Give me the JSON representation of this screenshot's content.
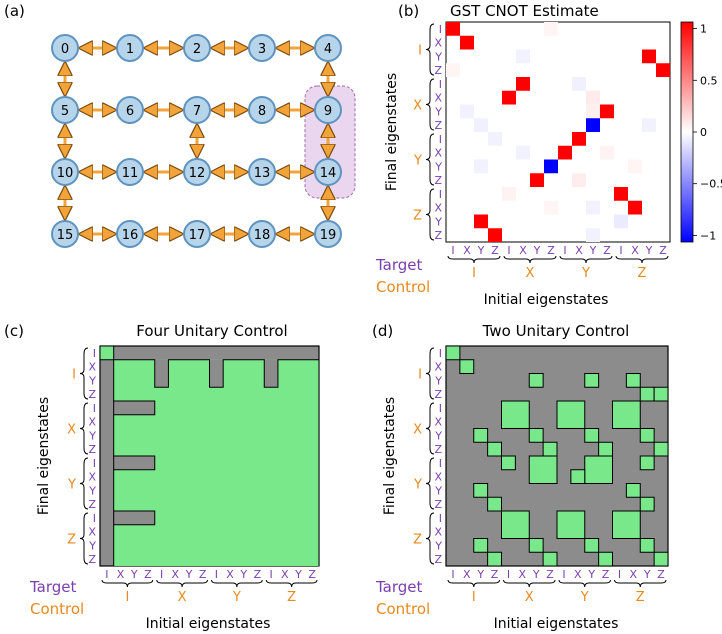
{
  "panels": {
    "a": {
      "label": "(a)",
      "nodes": [
        "0",
        "1",
        "2",
        "3",
        "4",
        "5",
        "6",
        "7",
        "8",
        "9",
        "10",
        "11",
        "12",
        "13",
        "14",
        "15",
        "16",
        "17",
        "18",
        "19"
      ],
      "grid_cols": 5,
      "edges": [
        [
          0,
          1
        ],
        [
          1,
          2
        ],
        [
          2,
          3
        ],
        [
          3,
          4
        ],
        [
          0,
          5
        ],
        [
          4,
          9
        ],
        [
          5,
          6
        ],
        [
          6,
          7
        ],
        [
          7,
          8
        ],
        [
          8,
          9
        ],
        [
          7,
          12
        ],
        [
          9,
          14
        ],
        [
          5,
          10
        ],
        [
          10,
          11
        ],
        [
          11,
          12
        ],
        [
          12,
          13
        ],
        [
          13,
          14
        ],
        [
          10,
          15
        ],
        [
          14,
          19
        ],
        [
          15,
          16
        ],
        [
          16,
          17
        ],
        [
          17,
          18
        ],
        [
          18,
          19
        ]
      ],
      "highlighted_nodes": [
        9,
        14
      ],
      "colors": {
        "node_fill": "#b7d5ea",
        "node_stroke": "#5f93c0",
        "edge": "#f2a33a",
        "highlight": "#ead6ee",
        "highlight_stroke": "#a06aa8"
      }
    },
    "b": {
      "label": "(b)",
      "title": "GST CNOT Estimate",
      "colorbar_ticks": [
        "1",
        "0.5",
        "0",
        "−0.5",
        "−1"
      ],
      "strong_entries": [
        {
          "row": 0,
          "col": 0,
          "v": 1
        },
        {
          "row": 1,
          "col": 1,
          "v": 1
        },
        {
          "row": 2,
          "col": 14,
          "v": 1
        },
        {
          "row": 3,
          "col": 15,
          "v": 1
        },
        {
          "row": 4,
          "col": 5,
          "v": 1
        },
        {
          "row": 5,
          "col": 4,
          "v": 1
        },
        {
          "row": 6,
          "col": 11,
          "v": 1
        },
        {
          "row": 7,
          "col": 10,
          "v": -1
        },
        {
          "row": 8,
          "col": 9,
          "v": 1
        },
        {
          "row": 9,
          "col": 8,
          "v": 1
        },
        {
          "row": 10,
          "col": 7,
          "v": -1
        },
        {
          "row": 11,
          "col": 6,
          "v": 1
        },
        {
          "row": 12,
          "col": 12,
          "v": 1
        },
        {
          "row": 13,
          "col": 13,
          "v": 1
        },
        {
          "row": 14,
          "col": 2,
          "v": 1
        },
        {
          "row": 15,
          "col": 3,
          "v": 1
        }
      ],
      "weak_entries": [
        {
          "row": 0,
          "col": 7,
          "v": 0.04
        },
        {
          "row": 2,
          "col": 5,
          "v": -0.05
        },
        {
          "row": 4,
          "col": 9,
          "v": -0.06
        },
        {
          "row": 5,
          "col": 10,
          "v": 0.08
        },
        {
          "row": 6,
          "col": 1,
          "v": -0.05
        },
        {
          "row": 6,
          "col": 10,
          "v": 0.06
        },
        {
          "row": 7,
          "col": 2,
          "v": -0.06
        },
        {
          "row": 7,
          "col": 14,
          "v": -0.05
        },
        {
          "row": 8,
          "col": 3,
          "v": -0.05
        },
        {
          "row": 9,
          "col": 5,
          "v": -0.05
        },
        {
          "row": 9,
          "col": 11,
          "v": 0.05
        },
        {
          "row": 10,
          "col": 2,
          "v": -0.05
        },
        {
          "row": 10,
          "col": 13,
          "v": 0.04
        },
        {
          "row": 11,
          "col": 9,
          "v": 0.07
        },
        {
          "row": 12,
          "col": 4,
          "v": 0.05
        },
        {
          "row": 13,
          "col": 7,
          "v": 0.04
        },
        {
          "row": 13,
          "col": 10,
          "v": -0.05
        },
        {
          "row": 14,
          "col": 12,
          "v": -0.08
        },
        {
          "row": 15,
          "col": 10,
          "v": -0.05
        },
        {
          "row": 3,
          "col": 0,
          "v": 0.04
        }
      ]
    },
    "c": {
      "label": "(c)",
      "title": "Four Unitary Control",
      "green_regions": [
        {
          "r0": 0,
          "r1": 1,
          "c0": 0,
          "c1": 1
        },
        {
          "r0": 1,
          "r1": 4,
          "c0": 1,
          "c1": 4
        },
        {
          "r0": 1,
          "r1": 16,
          "c0": 1,
          "c1": 2
        },
        {
          "r0": 4,
          "r1": 16,
          "c0": 2,
          "c1": 4
        },
        {
          "r0": 1,
          "r1": 16,
          "c0": 4,
          "c1": 16
        },
        {
          "r0": 1,
          "r1": 3,
          "c0": 4,
          "c1": 5
        },
        {
          "r0": 1,
          "r1": 3,
          "c0": 5,
          "c1": 8
        },
        {
          "r0": 1,
          "r1": 3,
          "c0": 9,
          "c1": 12
        },
        {
          "r0": 1,
          "r1": 3,
          "c0": 13,
          "c1": 16
        }
      ],
      "gray_notches": [
        {
          "r0": 1,
          "r1": 3,
          "c0": 4,
          "c1": 5
        },
        {
          "r0": 1,
          "r1": 3,
          "c0": 8,
          "c1": 9
        },
        {
          "r0": 1,
          "r1": 3,
          "c0": 12,
          "c1": 13
        },
        {
          "r0": 4,
          "r1": 5,
          "c0": 1,
          "c1": 4
        },
        {
          "r0": 8,
          "r1": 9,
          "c0": 1,
          "c1": 4
        },
        {
          "r0": 12,
          "r1": 13,
          "c0": 1,
          "c1": 4
        }
      ]
    },
    "d": {
      "label": "(d)",
      "title": "Two Unitary Control",
      "green_cells": [
        {
          "r": 0,
          "c": 0,
          "s": 1
        },
        {
          "r": 1,
          "c": 1,
          "s": 1
        },
        {
          "r": 2,
          "c": 6,
          "s": 1
        },
        {
          "r": 2,
          "c": 10,
          "s": 1
        },
        {
          "r": 2,
          "c": 13,
          "s": 1
        },
        {
          "r": 3,
          "c": 14,
          "s": 1
        },
        {
          "r": 3,
          "c": 15,
          "s": 1
        },
        {
          "r": 4,
          "c": 4,
          "s": 2
        },
        {
          "r": 4,
          "c": 8,
          "s": 2
        },
        {
          "r": 4,
          "c": 12,
          "s": 2
        },
        {
          "r": 6,
          "c": 2,
          "s": 1
        },
        {
          "r": 6,
          "c": 6,
          "s": 1
        },
        {
          "r": 6,
          "c": 10,
          "s": 1
        },
        {
          "r": 6,
          "c": 14,
          "s": 1
        },
        {
          "r": 7,
          "c": 3,
          "s": 1
        },
        {
          "r": 7,
          "c": 7,
          "s": 1
        },
        {
          "r": 7,
          "c": 11,
          "s": 1
        },
        {
          "r": 7,
          "c": 15,
          "s": 1
        },
        {
          "r": 8,
          "c": 6,
          "s": 2
        },
        {
          "r": 8,
          "c": 10,
          "s": 2
        },
        {
          "r": 8,
          "c": 4,
          "s": 1
        },
        {
          "r": 9,
          "c": 9,
          "s": 1
        },
        {
          "r": 8,
          "c": 14,
          "s": 1
        },
        {
          "r": 10,
          "c": 2,
          "s": 1
        },
        {
          "r": 10,
          "c": 13,
          "s": 1
        },
        {
          "r": 11,
          "c": 3,
          "s": 1
        },
        {
          "r": 11,
          "c": 14,
          "s": 1
        },
        {
          "r": 12,
          "c": 4,
          "s": 2
        },
        {
          "r": 12,
          "c": 8,
          "s": 2
        },
        {
          "r": 12,
          "c": 12,
          "s": 2
        },
        {
          "r": 14,
          "c": 2,
          "s": 1
        },
        {
          "r": 14,
          "c": 6,
          "s": 1
        },
        {
          "r": 14,
          "c": 10,
          "s": 1
        },
        {
          "r": 14,
          "c": 14,
          "s": 1
        },
        {
          "r": 15,
          "c": 3,
          "s": 1
        },
        {
          "r": 15,
          "c": 7,
          "s": 1
        },
        {
          "r": 15,
          "c": 11,
          "s": 1
        },
        {
          "r": 15,
          "c": 15,
          "s": 1
        }
      ]
    }
  },
  "axis": {
    "y_title": "Final eigenstates",
    "x_title": "Initial eigenstates",
    "target_ticks": [
      "I",
      "X",
      "Y",
      "Z"
    ],
    "control_groups": [
      "I",
      "X",
      "Y",
      "Z"
    ],
    "legend_target": "Target",
    "legend_control": "Control"
  },
  "colors": {
    "green": "#78e88b",
    "gray": "#8c8c8c",
    "purple": "#7a3fb0",
    "orange": "#e8891e"
  }
}
